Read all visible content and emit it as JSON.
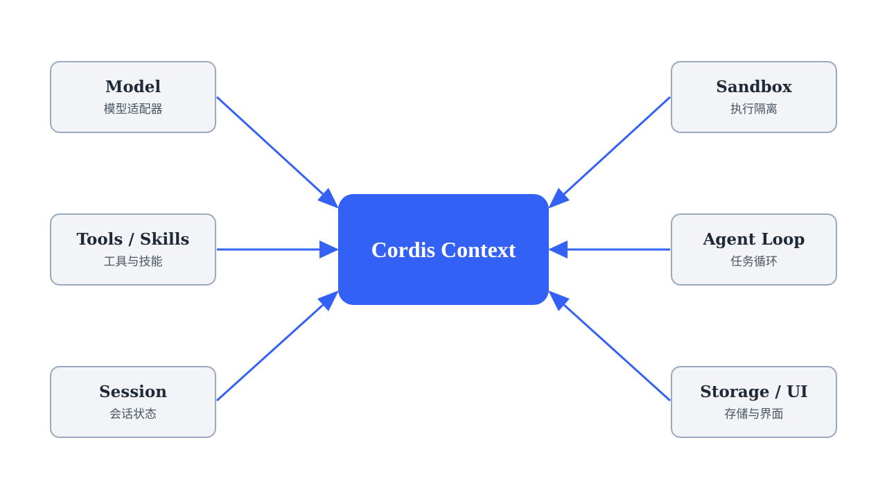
{
  "center": {
    "label": "Cordis Context"
  },
  "nodes": {
    "model": {
      "title": "Model",
      "subtitle": "模型适配器"
    },
    "tools": {
      "title": "Tools / Skills",
      "subtitle": "工具与技能"
    },
    "session": {
      "title": "Session",
      "subtitle": "会话状态"
    },
    "sandbox": {
      "title": "Sandbox",
      "subtitle": "执行隔离"
    },
    "agent": {
      "title": "Agent Loop",
      "subtitle": "任务循环"
    },
    "storage": {
      "title": "Storage / UI",
      "subtitle": "存储与界面"
    }
  },
  "colors": {
    "accent": "#3461f5",
    "node_fill": "#f2f4f7",
    "node_border": "#9aa8bd",
    "title_text": "#1f2937",
    "subtitle_text": "#4b5563"
  }
}
